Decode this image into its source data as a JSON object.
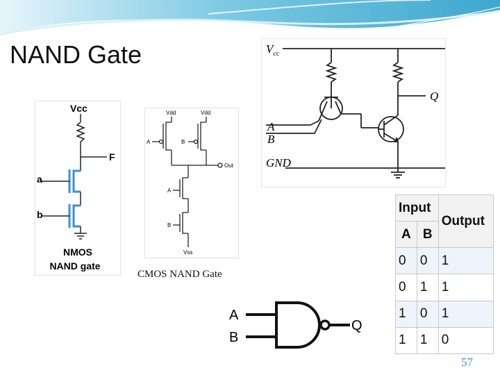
{
  "slide": {
    "title": "NAND Gate",
    "page_number": "57"
  },
  "nmos_diagram": {
    "vcc_label": "Vcc",
    "output_label": "F",
    "input_a": "a",
    "input_b": "b",
    "caption_line1": "NMOS",
    "caption_line2": "NAND gate"
  },
  "cmos_diagram": {
    "vdd_left": "Vdd",
    "vdd_right": "Vdd",
    "input_a_left": "A",
    "input_b_right": "B",
    "out_label": "Out",
    "input_a_series": "A",
    "input_b_series": "B",
    "vss_label": "Vss",
    "caption": "CMOS NAND Gate"
  },
  "ttl_diagram": {
    "vcc_label": "V",
    "vcc_sub": "cc",
    "output_label": "Q",
    "input_a": "A",
    "input_b": "B",
    "gnd_label": "GND"
  },
  "gate_symbol": {
    "input_a": "A",
    "input_b": "B",
    "output": "Q"
  },
  "truth_table": {
    "input_header": "Input",
    "output_header": "Output",
    "col_a": "A",
    "col_b": "B",
    "rows": [
      [
        "0",
        "0",
        "1"
      ],
      [
        "0",
        "1",
        "1"
      ],
      [
        "1",
        "0",
        "1"
      ],
      [
        "1",
        "1",
        "0"
      ]
    ]
  },
  "colors": {
    "banner": "#5bb8d9",
    "banner_light": "#bfe6f2",
    "highlight_blue": "#3b8fd6",
    "page_number": "#3f8fb3"
  }
}
